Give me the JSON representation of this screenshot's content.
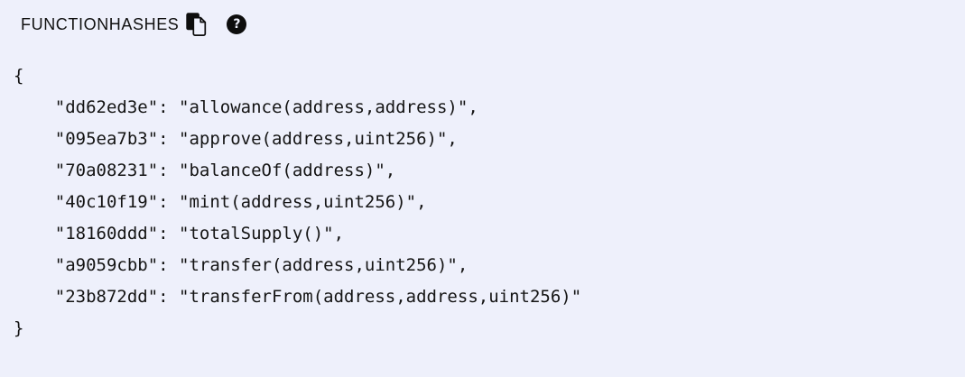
{
  "panel": {
    "title": "FUNCTIONHASHES"
  },
  "header_icons": {
    "copy": "copy-icon",
    "help": "help-icon",
    "help_glyph": "?"
  },
  "colors": {
    "background": "#EEF0FB",
    "text": "#141414",
    "icon": "#0D0D0D"
  },
  "code": {
    "lines": [
      "{",
      "    \"dd62ed3e\": \"allowance(address,address)\",",
      "    \"095ea7b3\": \"approve(address,uint256)\",",
      "    \"70a08231\": \"balanceOf(address)\",",
      "    \"40c10f19\": \"mint(address,uint256)\",",
      "    \"18160ddd\": \"totalSupply()\",",
      "    \"a9059cbb\": \"transfer(address,uint256)\",",
      "    \"23b872dd\": \"transferFrom(address,address,uint256)\"",
      "}"
    ]
  },
  "function_hashes": {
    "dd62ed3e": "allowance(address,address)",
    "095ea7b3": "approve(address,uint256)",
    "70a08231": "balanceOf(address)",
    "40c10f19": "mint(address,uint256)",
    "18160ddd": "totalSupply()",
    "a9059cbb": "transfer(address,uint256)",
    "23b872dd": "transferFrom(address,address,uint256)"
  }
}
